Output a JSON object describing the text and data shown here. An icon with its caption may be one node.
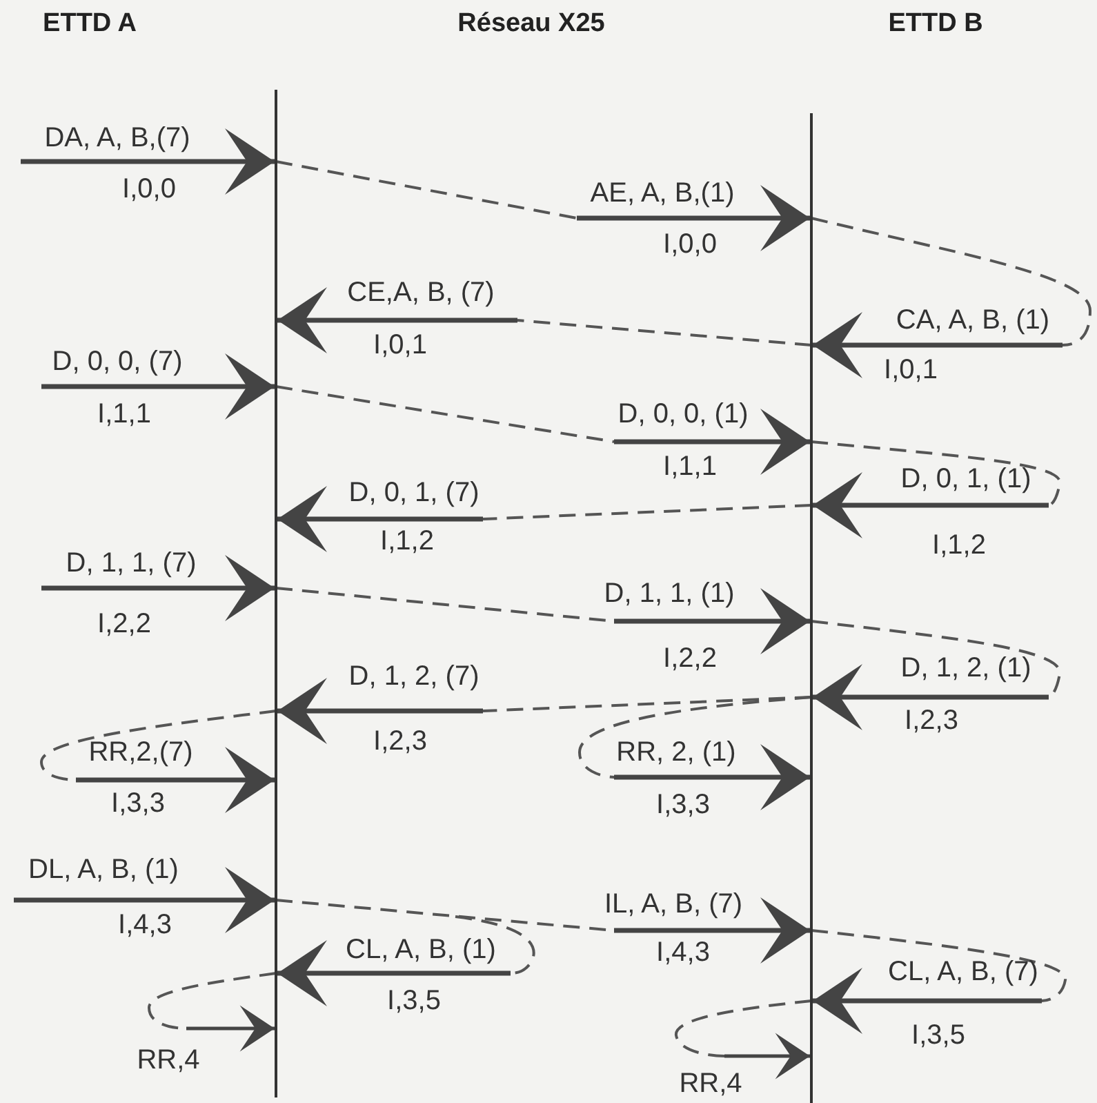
{
  "diagram": {
    "nodes": [
      {
        "text": [],
        "shape": "bar"
      },
      {
        "text": [],
        "shape": "bar"
      }
    ],
    "edges": [
      {
        "from": null,
        "to": 0,
        "arrow": "to"
      },
      {
        "from": null,
        "to": 1,
        "arrow": "to"
      },
      {
        "from": null,
        "to": 0,
        "arrow": "to"
      },
      {
        "from": null,
        "to": 1,
        "arrow": "to"
      },
      {
        "from": null,
        "to": 0,
        "arrow": "to"
      },
      {
        "from": null,
        "to": 1,
        "arrow": "to"
      },
      {
        "from": null,
        "to": 1,
        "arrow": "to"
      },
      {
        "from": null,
        "to": 0,
        "arrow": "to"
      },
      {
        "from": null,
        "to": 0,
        "arrow": "to"
      },
      {
        "from": null,
        "to": 1,
        "arrow": "to"
      },
      {
        "from": null,
        "to": 1,
        "arrow": "to"
      },
      {
        "from": null,
        "to": 0,
        "arrow": "to"
      },
      {
        "from": null,
        "to": 1,
        "arrow": "to"
      },
      {
        "from": null,
        "to": 0,
        "arrow": "to"
      },
      {
        "from": null,
        "to": 0,
        "arrow": "to"
      },
      {
        "from": null,
        "to": 1,
        "arrow": "to"
      },
      {
        "from": null,
        "to": 0,
        "arrow": "to"
      },
      {
        "from": null,
        "to": 1,
        "arrow": "to"
      },
      {
        "from": null,
        "to": 0,
        "arrow": "to"
      },
      {
        "from": null,
        "to": 1,
        "arrow": "to"
      }
    ],
    "labels": [
      "ETTD A",
      "Réseau X25",
      "ETTD B",
      "DA, A, B,(7)",
      "I,0,0",
      "AE, A, B,(1)",
      "I,0,0",
      "CE,A, B, (7)",
      "I,0,1",
      "CA, A, B, (1)",
      "I,0,1",
      "D, 0, 0, (7)",
      "I,1,1",
      "D, 0, 0, (1)",
      "I,1,1",
      "D, 0, 1, (1)",
      "I,1,2",
      "D, 0, 1, (7)",
      "I,1,2",
      "D, 1, 1, (7)",
      "I,2,2",
      "D, 1, 1, (1)",
      "I,2,2",
      "D, 1, 2, (1)",
      "I,2,3",
      "D, 1, 2, (7)",
      "I,2,3",
      "RR, 2, (1)",
      "I,3,3",
      "RR,2,(7)",
      "I,3,3",
      "DL, A, B, (1)",
      "I,4,3",
      "IL, A, B, (7)",
      "I,4,3",
      "CL, A, B, (1)",
      "I,3,5",
      "CL, A, B, (7)",
      "I,3,5",
      "RR,4",
      "RR,4"
    ]
  }
}
